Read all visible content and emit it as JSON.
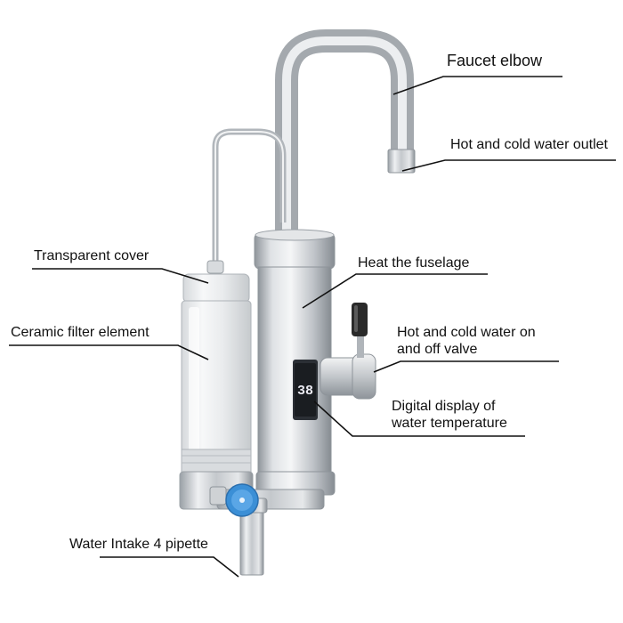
{
  "labels": {
    "faucet_elbow": "Faucet elbow",
    "hot_cold_outlet": "Hot and cold water outlet",
    "transparent_cover": "Transparent cover",
    "heat_fuselage": "Heat the fuselage",
    "ceramic_filter": "Ceramic filter element",
    "valve_line1": "Hot and cold water on",
    "valve_line2": "and off valve",
    "display_line1": "Digital display of",
    "display_line2": "water temperature",
    "water_intake": "Water Intake 4 pipette"
  },
  "display": {
    "temperature_reading": "38"
  },
  "colors": {
    "steel_light": "#f4f5f6",
    "steel_mid": "#c9ccd0",
    "steel_dark": "#8e9399",
    "display_red": "#e8e8f0",
    "valve_knob": "#2a2a2a",
    "intake_cap": "#3b8fd6"
  }
}
